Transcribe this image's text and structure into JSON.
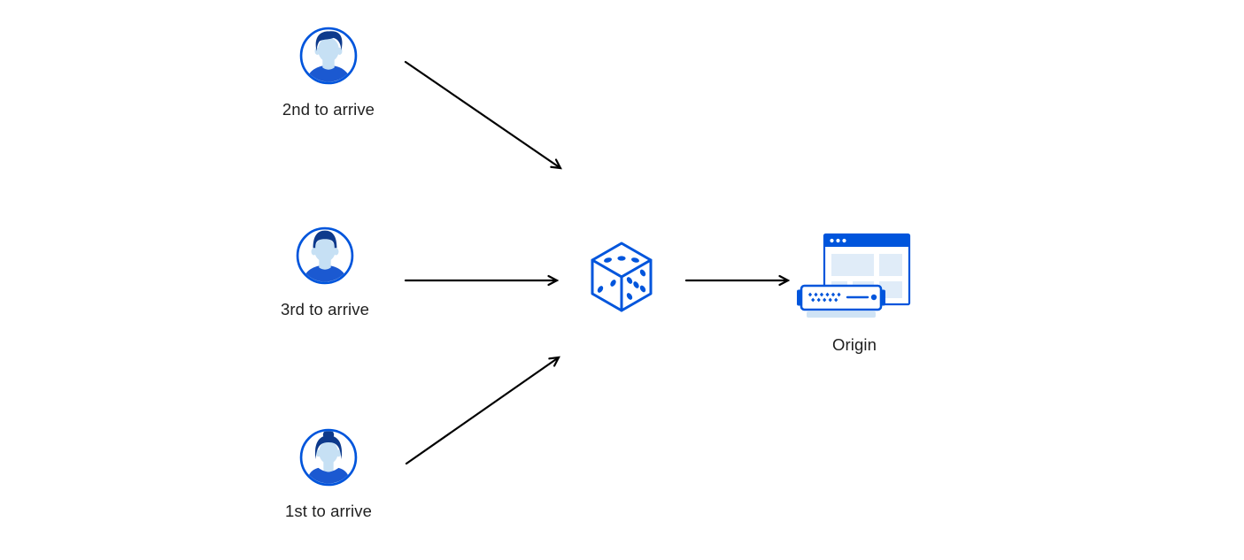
{
  "colors": {
    "accent_blue": "#0055DC",
    "navy": "#0E3A8C",
    "skin_light_blue": "#C6E0F4",
    "shirt_blue": "#1B59D1",
    "panel_light_blue": "#E0ECF8",
    "server_base_blue": "#CFE3F5",
    "arrow_black": "#000000",
    "text": "#1F1F1F",
    "background": "#FFFFFF"
  },
  "diagram": {
    "nodes": {
      "visitor_second": {
        "label": "2nd to arrive",
        "icon": "male-avatar"
      },
      "visitor_third": {
        "label": "3rd to arrive",
        "icon": "male-short-hair-avatar"
      },
      "visitor_first": {
        "label": "1st to arrive",
        "icon": "female-avatar"
      },
      "randomizer": {
        "icon": "dice"
      },
      "origin": {
        "label": "Origin",
        "icon": "origin-server-browser"
      }
    },
    "edges": [
      {
        "from": "visitor_second",
        "to": "randomizer"
      },
      {
        "from": "visitor_third",
        "to": "randomizer"
      },
      {
        "from": "visitor_first",
        "to": "randomizer"
      },
      {
        "from": "randomizer",
        "to": "origin"
      }
    ]
  }
}
